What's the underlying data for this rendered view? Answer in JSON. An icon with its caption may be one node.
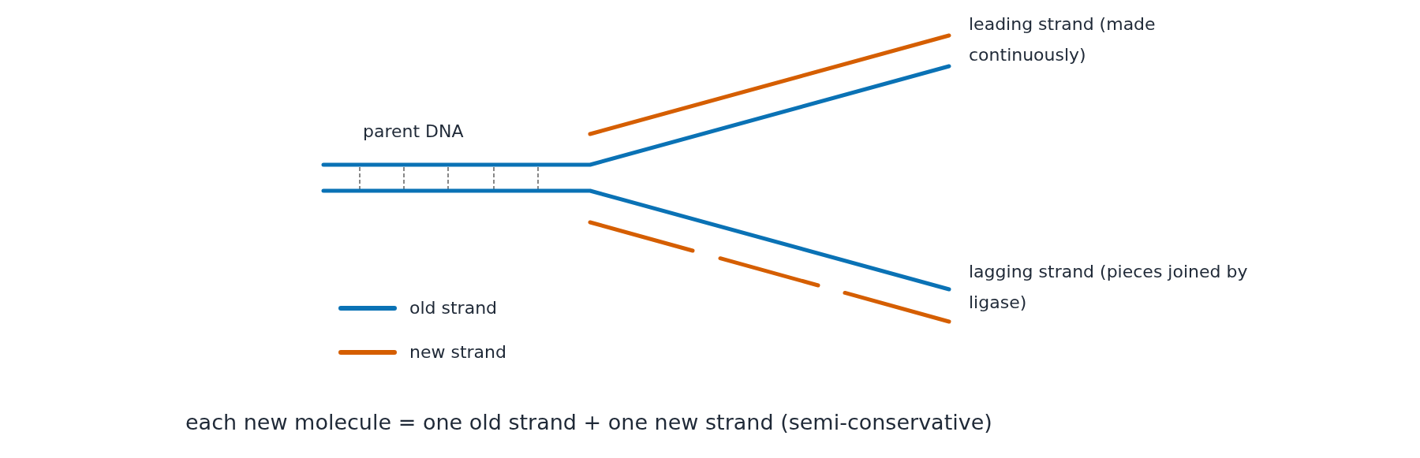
{
  "diagram": {
    "caption": "each new molecule = one old strand + one new strand (semi-conservative)",
    "labels": [
      "leading strand (made continuously)",
      "parent DNA",
      "lagging strand (pieces joined by ligase)"
    ],
    "legend": [
      {
        "text": "old strand"
      },
      {
        "text": "new strand"
      }
    ]
  }
}
